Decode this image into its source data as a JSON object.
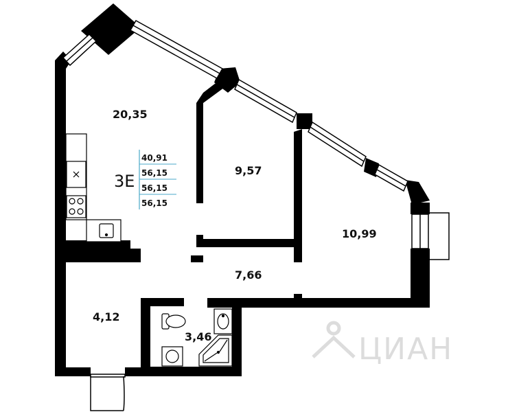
{
  "plan": {
    "apartment_code": "3E",
    "summary_areas": [
      "40,91",
      "56,15",
      "56,15",
      "56,15"
    ],
    "rooms": [
      {
        "id": "living-kitchen",
        "area": "20,35"
      },
      {
        "id": "bedroom-middle",
        "area": "9,57"
      },
      {
        "id": "bedroom-right",
        "area": "10,99"
      },
      {
        "id": "hallway",
        "area": "7,66"
      },
      {
        "id": "entry",
        "area": "4,12"
      },
      {
        "id": "bathroom",
        "area": "3,46"
      }
    ],
    "watermark": "ЦИАН",
    "colors": {
      "wall": "#000000",
      "window": "#ffffff",
      "accent": "#4aa8c9",
      "watermark": "#d9d9d9"
    }
  }
}
